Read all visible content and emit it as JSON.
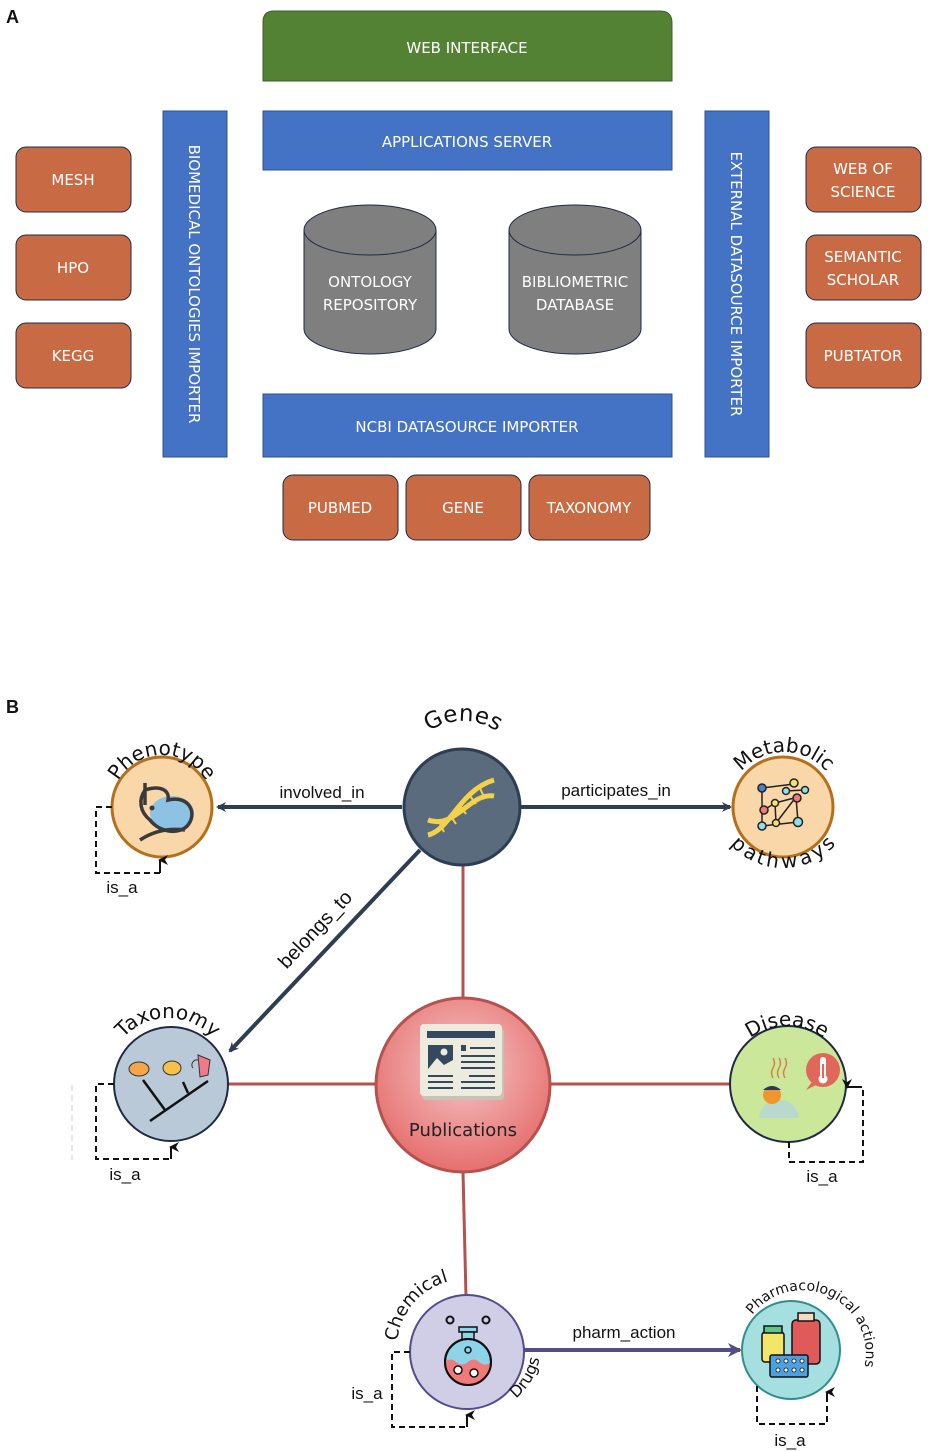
{
  "panel_a": {
    "letter": "A",
    "web_interface": "WEB INTERFACE",
    "applications_server": "APPLICATIONS SERVER",
    "ncbi_importer": "NCBI DATASOURCE IMPORTER",
    "biomedical_importer": "BIOMEDICAL ONTOLOGIES IMPORTER",
    "external_importer": "EXTERNAL DATASOURCE IMPORTER",
    "ontology_repository": [
      "ONTOLOGY",
      "REPOSITORY"
    ],
    "bibliometric_database": [
      "BIBLIOMETRIC",
      "DATABASE"
    ],
    "left_sources": [
      "MESH",
      "HPO",
      "KEGG"
    ],
    "right_sources": [
      [
        "WEB OF",
        "SCIENCE"
      ],
      [
        "SEMANTIC",
        "SCHOLAR"
      ],
      [
        "PUBTATOR"
      ]
    ],
    "bottom_sources": [
      "PUBMED",
      "GENE",
      "TAXONOMY"
    ],
    "colors": {
      "green": "#548235",
      "blue": "#4472c4",
      "orange": "#c55a11",
      "orange_fill": "#c86b44",
      "gray": "#7f7f7f",
      "outline": "#1f2a44"
    }
  },
  "panel_b": {
    "letter": "B",
    "nodes": {
      "genes": "Genes",
      "phenotype": "Phenotype",
      "metabolic_top": "Metabolic",
      "metabolic_bottom": "pathways",
      "taxonomy": "Taxonomy",
      "publications": "Publications",
      "disease": "Disease",
      "chemical": "Chemical",
      "drugs": "Drugs",
      "pharmacological": "Pharmacological actions"
    },
    "edges": {
      "involved_in": "involved_in",
      "participates_in": "participates_in",
      "belongs_to": "belongs_to",
      "pharm_action": "pharm_action",
      "is_a": "is_a"
    },
    "colors": {
      "genes_fill": "#5a6b7d",
      "dark_edge": "#2e3e52",
      "red_edge": "#b5524e",
      "purple_edge": "#544b8a",
      "phenotype_fill": "#f9d7a9",
      "phenotype_stroke": "#b5701c",
      "taxonomy_fill": "#b9c9d8",
      "publications_fill": "#ee8a8a",
      "disease_fill": "#cbe79a",
      "chemical_fill": "#d0cde6",
      "pharm_fill": "#a6dfdf"
    }
  }
}
